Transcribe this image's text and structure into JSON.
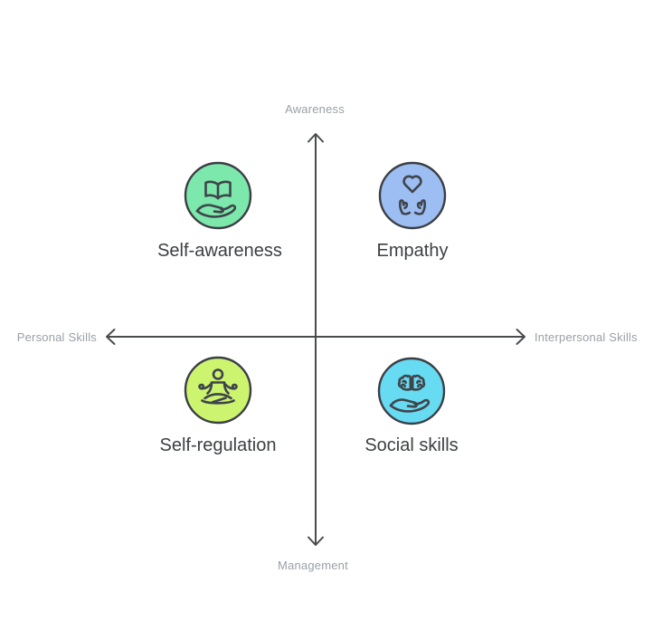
{
  "diagram": {
    "type": "quadrant-diagram",
    "axes": {
      "vertical": {
        "top_label": "Awareness",
        "bottom_label": "Management"
      },
      "horizontal": {
        "left_label": "Personal Skills",
        "right_label": "Interpersonal Skills"
      }
    },
    "quadrants": [
      {
        "position": "top-left",
        "label": "Self-awareness",
        "icon": "open-book-on-hand-icon",
        "color": "#7de8ab"
      },
      {
        "position": "top-right",
        "label": "Empathy",
        "icon": "heart-in-hands-icon",
        "color": "#9dbef3"
      },
      {
        "position": "bottom-left",
        "label": "Self-regulation",
        "icon": "meditation-icon",
        "color": "#ccf46f"
      },
      {
        "position": "bottom-right",
        "label": "Social skills",
        "icon": "brain-on-hand-icon",
        "color": "#67dbf2"
      }
    ],
    "colors": {
      "axis_line": "#4a4b4f",
      "axis_label_text": "#9aa0a6",
      "quadrant_label_text": "#3c4043",
      "icon_stroke": "#3f444b",
      "circle_border": "#3b3e45",
      "background": "#ffffff"
    }
  }
}
